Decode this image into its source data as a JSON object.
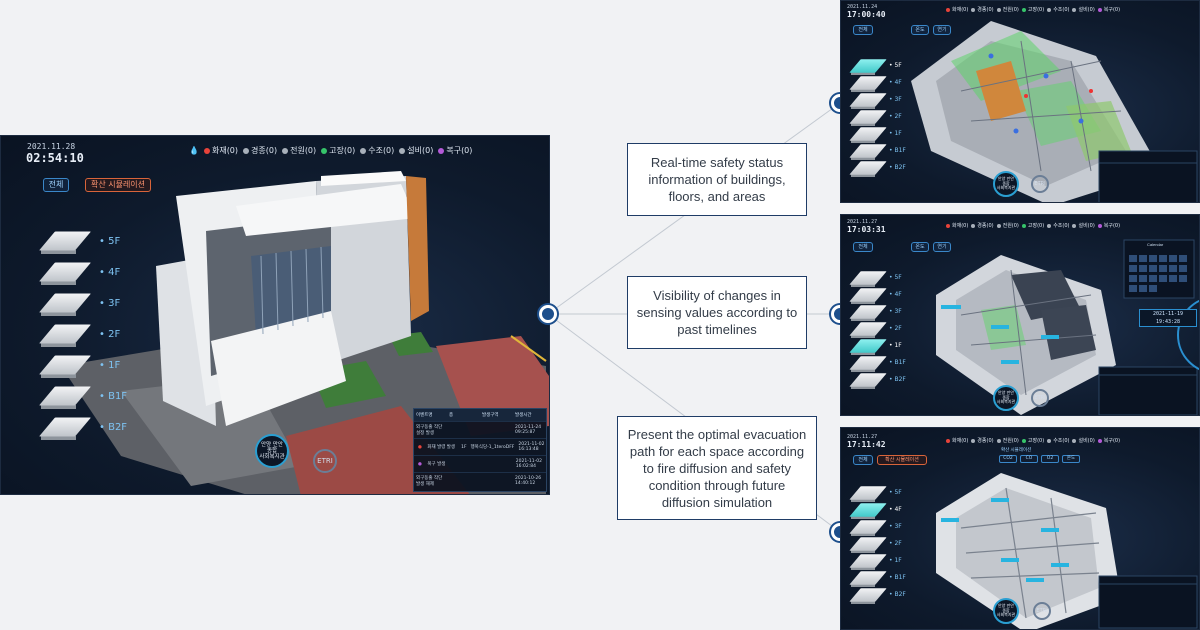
{
  "main_screen": {
    "date": "2021.11.28",
    "time": "02:54:10",
    "status_items": [
      {
        "label": "화재(0)",
        "color": "#e8433a"
      },
      {
        "label": "경종(0)",
        "color": "#a8b0ba"
      },
      {
        "label": "전원(0)",
        "color": "#a8b0ba"
      },
      {
        "label": "고장(0)",
        "color": "#36c46a"
      },
      {
        "label": "수조(0)",
        "color": "#a8b0ba"
      },
      {
        "label": "설비(0)",
        "color": "#a8b0ba"
      },
      {
        "label": "복구(0)",
        "color": "#b45ad8"
      }
    ],
    "btn_all": "전체",
    "btn_simulation": "확산 시뮬레이션",
    "floors": [
      "5F",
      "4F",
      "3F",
      "2F",
      "1F",
      "B1F",
      "B2F"
    ],
    "badge_text": "안양 만안\n종합\n사회복지관",
    "etri_text": "ETRI",
    "event_headers": [
      "이벤트명",
      "층",
      "발생구역",
      "발생시간"
    ],
    "events": [
      {
        "name": "외구동출 작단\n설정 발생",
        "floor": "",
        "zone": "",
        "time": "2021-11-24\n09:25:87"
      },
      {
        "name": "● 화재 발령 발생",
        "floor": "1F",
        "zone": "행복식당-1_1teroDFF",
        "time": "2021-11-02\n16:13:48"
      },
      {
        "name": "● 복구 발생",
        "floor": "",
        "zone": "",
        "time": "2021-11-02\n16:02:84"
      },
      {
        "name": "외구동출 작단\n발생 해제",
        "floor": "",
        "zone": "",
        "time": "2021-10-26\n14:40:12"
      }
    ]
  },
  "captions": [
    "Real-time safety status information of buildings, floors, and areas",
    "Visibility of changes in sensing values according to past timelines",
    "Present the optimal evacuation path for each space according to fire diffusion and safety condition through future diffusion simulation"
  ],
  "screen_top": {
    "date": "2021.11.24",
    "time": "17:00:40",
    "pills": [
      "전체",
      "온도",
      "연기"
    ],
    "floors": [
      "5F",
      "4F",
      "3F",
      "2F",
      "1F",
      "B1F",
      "B2F"
    ],
    "active_floor": "5F",
    "badge_text": "안양 만안\n종합\n사회복지관",
    "etri_text": "ETRI"
  },
  "screen_mid": {
    "date": "2021.11.27",
    "time": "17:03:31",
    "pills": [
      "전체",
      "온도",
      "연기"
    ],
    "floors": [
      "5F",
      "4F",
      "3F",
      "2F",
      "1F",
      "B1F",
      "B2F"
    ],
    "active_floor": "1F",
    "calendar_date": "2021-11-19",
    "calendar_time": "19:43:28",
    "calendar_title": "Calendar",
    "badge_text": "안양 만안\n종합\n사회복지관",
    "etri_text": "ETRI"
  },
  "screen_bot": {
    "date": "2021.11.27",
    "time": "17:11:42",
    "pills": [
      "전체",
      "확산 시뮬레이션"
    ],
    "sim_tabs": [
      "CO2",
      "CO",
      "O2",
      "온도"
    ],
    "sim_label": "확산 시뮬레이션",
    "floors": [
      "5F",
      "4F",
      "3F",
      "2F",
      "1F",
      "B1F",
      "B2F"
    ],
    "active_floor": "4F",
    "badge_text": "안양 만안\n종합\n사회복지관",
    "etri_text": "ETRI"
  },
  "colors": {
    "accent": "#1d4f8c",
    "fire": "#e8433a",
    "fault": "#36c46a",
    "restore": "#b45ad8",
    "screen_bg": "#0d1829"
  }
}
